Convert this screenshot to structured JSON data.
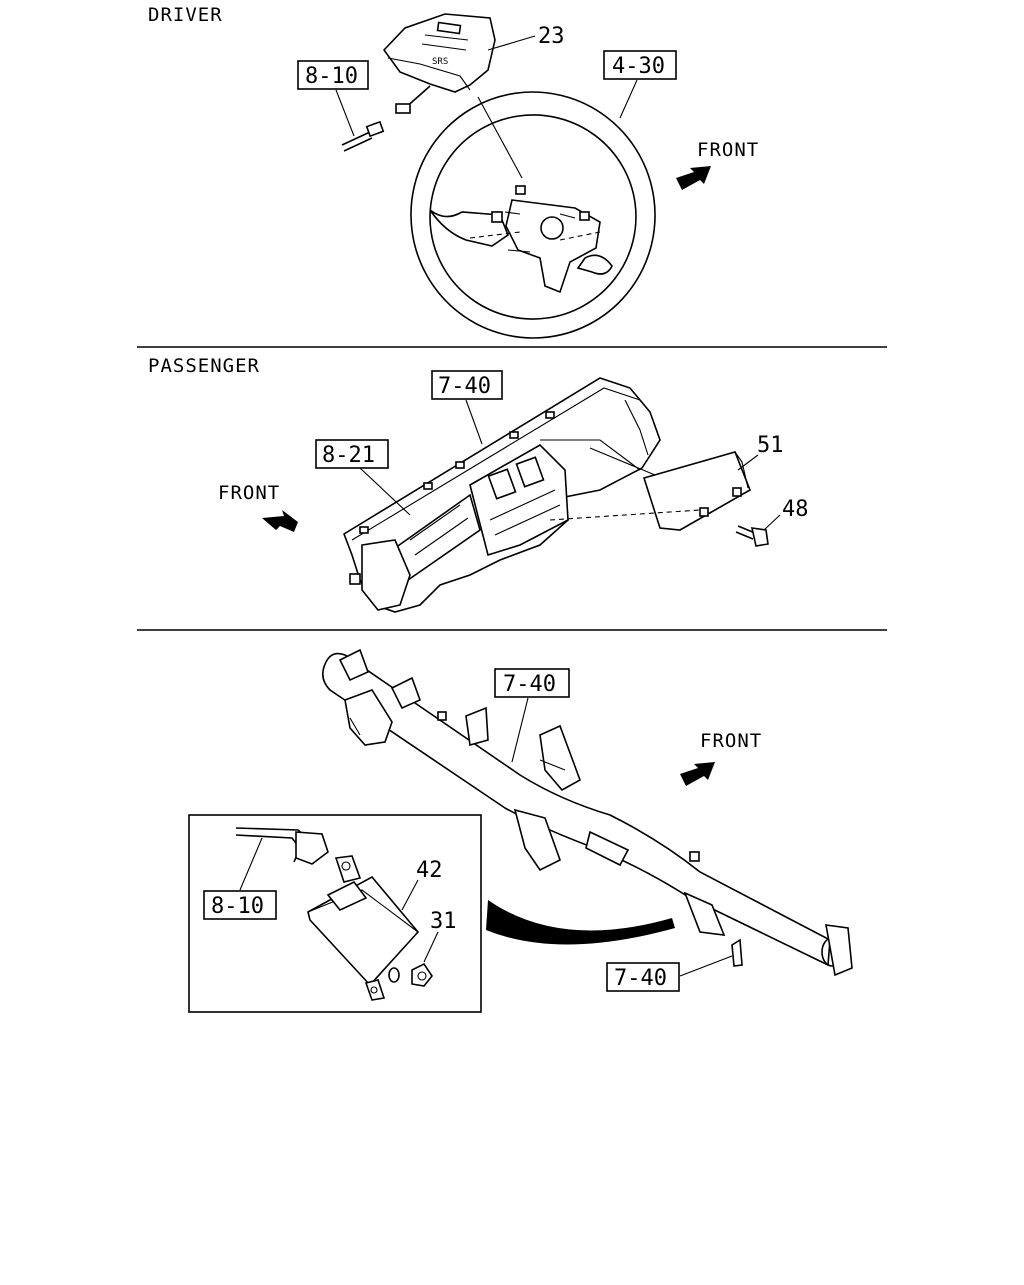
{
  "sections": {
    "driver": {
      "title": "DRIVER"
    },
    "passenger": {
      "title": "PASSENGER"
    }
  },
  "front_label": "FRONT",
  "callouts": {
    "driver_23": "23",
    "driver_4_30": "4-30",
    "driver_8_10": "8-10",
    "pass_7_40": "7-40",
    "pass_8_21": "8-21",
    "pass_51": "51",
    "pass_48": "48",
    "beam_7_40_top": "7-40",
    "beam_7_40_bottom": "7-40",
    "inset_8_10": "8-10",
    "inset_42": "42",
    "inset_31": "31"
  },
  "airbag_cover_mark": "SRS"
}
